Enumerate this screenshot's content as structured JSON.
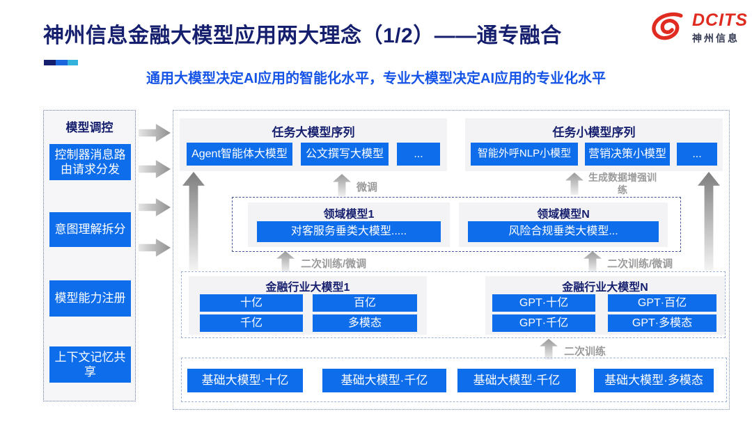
{
  "header": {
    "title": "神州信息金融大模型应用两大理念（1/2）——通专融合",
    "subtitle": "通用大模型决定AI应用的智能化水平，专业大模型决定AI应用的专业化水平",
    "logo": {
      "brand": "DCITS",
      "brand_cn": "神州信息"
    }
  },
  "sidebar": {
    "title": "模型调控",
    "items": [
      {
        "label": "控制器消息路由请求分发"
      },
      {
        "label": "意图理解拆分"
      },
      {
        "label": "模型能力注册"
      },
      {
        "label": "上下文记忆共享"
      }
    ]
  },
  "diagram": {
    "task_large": {
      "title": "任务大模型序列",
      "items": [
        "Agent智能体大模型",
        "公文撰写大模型",
        "..."
      ]
    },
    "task_small": {
      "title": "任务小模型序列",
      "items": [
        "智能外呼NLP小模型",
        "营销决策小模型",
        "..."
      ]
    },
    "flow_labels": {
      "finetune": "微调",
      "augment": "生成数据增强训练",
      "retrain_finetune": "二次训练/微调",
      "retrain": "二次训练"
    },
    "domain": [
      {
        "title": "领域模型1",
        "model": "对客服务垂类大模型....."
      },
      {
        "title": "领域模型N",
        "model": "风险合规垂类大模型..."
      }
    ],
    "industry": [
      {
        "title": "金融行业大模型1",
        "items": [
          "十亿",
          "百亿",
          "千亿",
          "多模态"
        ]
      },
      {
        "title": "金融行业大模型N",
        "items": [
          "GPT·十亿",
          "GPT·百亿",
          "GPT·千亿",
          "GPT·多模态"
        ]
      }
    ],
    "base_models": [
      "基础大模型·十亿",
      "基础大模型·千亿",
      "基础大模型·千亿",
      "基础大模型·多模态"
    ]
  },
  "colors": {
    "accent_blue": "#0e6deb",
    "navy": "#161f6e",
    "subtitle_blue": "#1554e6",
    "logo_red": "#e02b20",
    "arrow_gray": "#9a9a9a"
  }
}
